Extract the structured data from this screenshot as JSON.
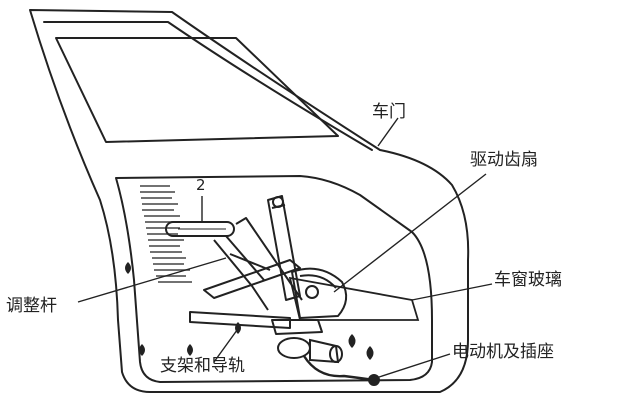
{
  "labels": {
    "door": "车门",
    "drive_sector": "驱动齿扇",
    "window_glass": "车窗玻璃",
    "adjust_rod": "调整杆",
    "bracket_rail": "支架和导轨",
    "motor_socket": "电动机及插座",
    "part_number": "2"
  },
  "colors": {
    "line": "#222222",
    "background": "#ffffff"
  }
}
